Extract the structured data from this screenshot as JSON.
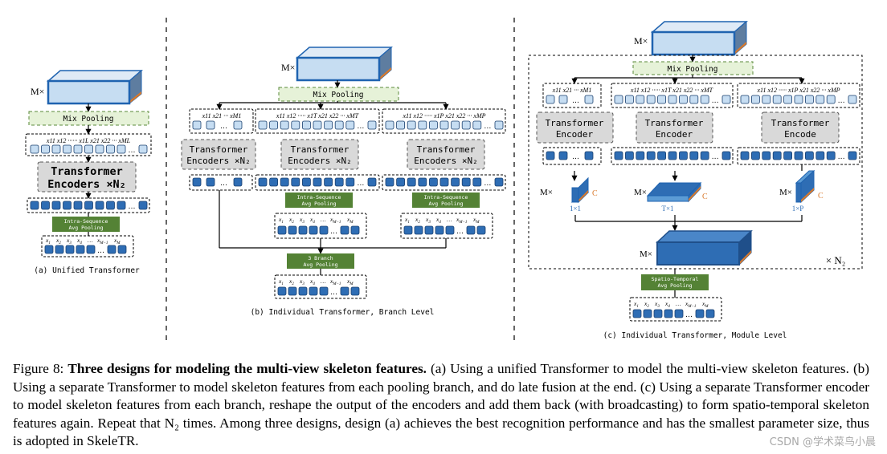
{
  "common": {
    "mx": "M×",
    "mix_pooling": "Mix Pooling",
    "x_labels": [
      "x",
      "1",
      "x",
      "2",
      "x",
      "3",
      "x",
      "4",
      "…",
      "x",
      "M−1",
      "x",
      "M"
    ]
  },
  "panel_a": {
    "tokens": "x11 x12 ······ x1L x21 x22 ··· xML",
    "encoder_line1": "Transformer",
    "encoder_line2": "Encoders ×N₂",
    "pool_line1": "Intra-Sequence",
    "pool_line2": "Avg Pooling",
    "caption": "(a) Unified Transformer"
  },
  "panel_b": {
    "tokens": [
      "x11 x21 ··· xM1",
      "x11 x12 ····· x1T x21 x22 ··· xMT",
      "x11 x12 ····· x1P x21 x22 ··· xMP"
    ],
    "encoder_line1": "Transformer",
    "encoder_line2": "Encoders ×N₂",
    "intra_line1": "Intra-Sequence",
    "intra_line2": "Avg Pooling",
    "branch_line1": "3 Branch",
    "branch_line2": "Avg Pooling",
    "caption": "(b) Individual Transformer, Branch Level"
  },
  "panel_c": {
    "tokens": [
      "x11 x21 ··· xM1",
      "x11 x12 ····· x1T x21 x22 ··· xMT",
      "x11 x12 ····· x1P x21 x22 ··· xMP"
    ],
    "encoder_line1": "Transformer",
    "encoder_line2": [
      "Encoder",
      "Encoder",
      "Encode"
    ],
    "c_label": "C",
    "shape_labels": [
      "1×1",
      "T×1",
      "1×P"
    ],
    "times_n2": "× N₂",
    "pool_line1": "Spatio-Temporal",
    "pool_line2": "Avg Pooling",
    "caption": "(c) Individual Transformer, Module Level"
  },
  "caption": {
    "prefix": "Figure 8: ",
    "bold": "Three designs for modeling the multi-view skeleton features.",
    "rest": " (a) Using a unified Transformer to model the multi-view skeleton features. (b) Using a separate Transformer to model skeleton features from each pooling branch, and do late fusion at the end. (c) Using a separate Transformer encoder to model skeleton features from each branch, reshape the output of the encoders and add them back (with broadcasting) to form spatio-temporal skeleton features again. Repeat that N₂ times. Among three designs, design (a) achieves the best recognition performance and has the smallest parameter size, thus is adopted in SkeleTR."
  },
  "watermark": "CSDN @学术菜鸟小晨",
  "colors": {
    "block_face": "#c6ddf2",
    "block_edge": "#1f63b0",
    "mix_pool_fill": "#e6f2d8",
    "pool_green": "#548235",
    "encoder_gray": "#d9d9d9",
    "token_blue": "#2e6db4",
    "orange": "#d9792b"
  }
}
